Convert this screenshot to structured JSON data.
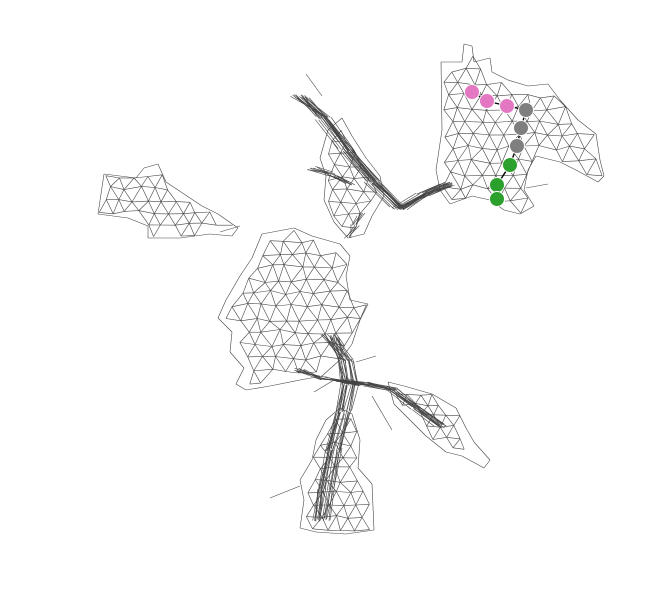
{
  "diagram": {
    "type": "mesh-graph",
    "edge_color": "#444444",
    "highlight_edge_color": "#000000",
    "node_groups": [
      {
        "color": "#e377c2",
        "node_count": 3
      },
      {
        "color": "#7f7f7f",
        "node_count": 3
      },
      {
        "color": "#2ca02c",
        "node_count": 3
      }
    ]
  }
}
